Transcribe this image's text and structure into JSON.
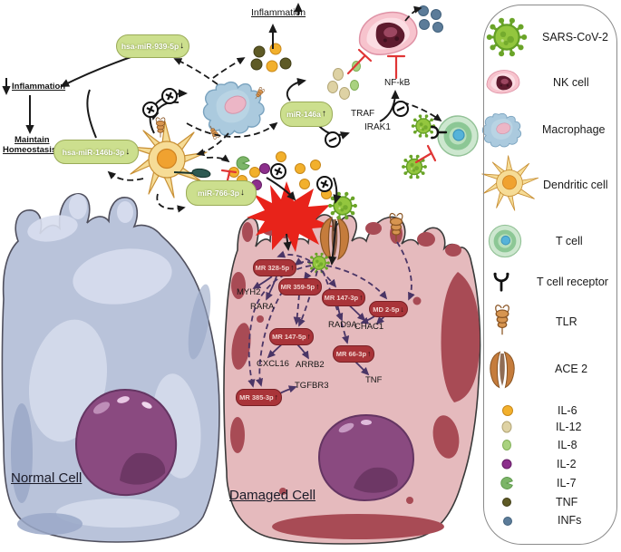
{
  "annotations": {
    "inflammation_top": "Inflammation",
    "inflammation_left": "Inflammation",
    "maintain_line1": "Maintain",
    "maintain_line2": "Homeostasis",
    "traf": "TRAF",
    "irak1": "IRAK1",
    "nfkb": "NF-kB",
    "normal_cell": "Normal Cell",
    "damaged_cell": "Damaged Cell"
  },
  "mirna_green": [
    {
      "label": "hsa-miR-939-5p",
      "arrow": "↓"
    },
    {
      "label": "hsa-miR-146b-3p",
      "arrow": "↓"
    },
    {
      "label": "miR-146a",
      "arrow": "↑"
    },
    {
      "label": "miR-766-3p",
      "arrow": "↓"
    }
  ],
  "mirna_red": [
    {
      "label": "MR 328-5p",
      "arrow": "↑"
    },
    {
      "label": "MR 359-5p",
      "arrow": "↑"
    },
    {
      "label": "MR 147-3p",
      "arrow": "↑"
    },
    {
      "label": "MD 2-5p",
      "arrow": "↓"
    },
    {
      "label": "MR 147-5p",
      "arrow": "↑"
    },
    {
      "label": "MR 66-3p",
      "arrow": "↑"
    },
    {
      "label": "MR 385-3p",
      "arrow": "↑"
    }
  ],
  "genes": {
    "myh2": "MYH2",
    "rara": "RARA",
    "cxcl16": "CXCL16",
    "arrb2": "ARRB2",
    "tgfbr3": "TGFBR3",
    "rad9a": "RAD9A",
    "chac1": "CHAC1",
    "tnf": "TNF"
  },
  "legend": {
    "items": [
      {
        "label": "SARS-CoV-2",
        "icon": "virus-icon",
        "color": "#93c63e"
      },
      {
        "label": "NK cell",
        "icon": "nk-cell-icon",
        "color": "#f7c3cd"
      },
      {
        "label": "Macrophage",
        "icon": "macrophage-icon",
        "color": "#abcade"
      },
      {
        "label": "Dendritic cell",
        "icon": "dendritic-cell-icon",
        "color": "#f6dc96"
      },
      {
        "label": "T cell",
        "icon": "t-cell-icon",
        "color": "#8cc795"
      },
      {
        "label": "T cell receptor",
        "icon": "t-cell-receptor-icon",
        "color": "#111111"
      },
      {
        "label": "TLR",
        "icon": "tlr-icon",
        "color": "#d79550"
      },
      {
        "label": "ACE 2",
        "icon": "ace2-icon",
        "color": "#c57c3c"
      },
      {
        "label": "IL-6",
        "icon": "il6-dot",
        "color": "#f2b02c"
      },
      {
        "label": "IL-12",
        "icon": "il12-dot",
        "color": "#ded2a4"
      },
      {
        "label": "IL-8",
        "icon": "il8-dot",
        "color": "#a9d27f"
      },
      {
        "label": "IL-2",
        "icon": "il2-dot",
        "color": "#8c2f8c"
      },
      {
        "label": "IL-7",
        "icon": "il7-pacman",
        "color": "#7cb568"
      },
      {
        "label": "TNF",
        "icon": "tnf-dot",
        "color": "#5e5a25"
      },
      {
        "label": "INFs",
        "icon": "infs-dot",
        "color": "#5c7c99"
      }
    ]
  },
  "colors": {
    "green_pill_bg": "#ccdf8e",
    "red_pill_bg": "#a93439",
    "normal_cell_body": "#b9c3da",
    "damaged_cell_body": "#e5babd",
    "damage_patch": "#a84b55",
    "nucleus": "#8a4a80",
    "inflammation_burst": "#e8231a",
    "inhibition_red": "#e03535",
    "activation_black": "#1a1a1a",
    "intracellular_purple": "#4a3566"
  }
}
